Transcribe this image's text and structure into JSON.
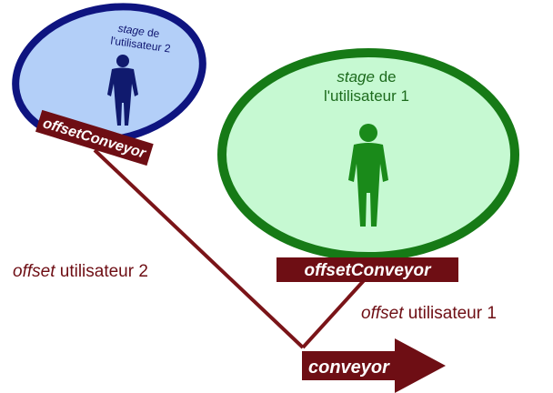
{
  "stage_user1": {
    "stage_word": "stage",
    "de_word": " de",
    "line2": "l'utilisateur 1"
  },
  "stage_user2": {
    "line1_italic": "stage",
    "line1_rest": " de",
    "line2": "l'utilisateur 2"
  },
  "offset_conveyor_user1": "offsetConveyor",
  "offset_conveyor_user2": "offsetConveyor",
  "offset_user1": {
    "italic": "offset",
    "rest": " utilisateur 1"
  },
  "offset_user2": {
    "italic": "offset",
    "rest": " utilisateur 2"
  },
  "conveyor_label": "conveyor",
  "colors": {
    "dark_red": "#6e0e14",
    "line_red": "#7a1418",
    "blue_stroke": "#0e1480",
    "blue_fill": "#b3cff8",
    "blue_figure": "#101a6e",
    "green_stroke": "#167a16",
    "green_fill": "#c6f9d2",
    "green_figure": "#1a8a1a",
    "green_text": "#1d6b1d",
    "blue_text": "#0e1470"
  }
}
